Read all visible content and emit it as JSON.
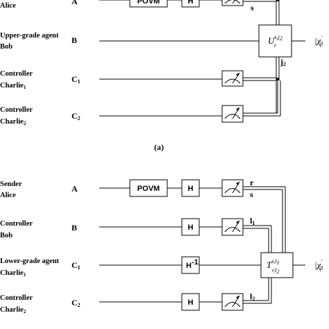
{
  "top": {
    "parties": [
      {
        "role": "Alice",
        "line2": "",
        "qubit": "A"
      },
      {
        "role": "Upper-grade agent",
        "line2": "Bob",
        "qubit": "B"
      },
      {
        "role": "Controller",
        "line2": "Charlie",
        "line2_sub": "1",
        "qubit": "C",
        "qubit_sub": "1"
      },
      {
        "role": "Controller",
        "line2": "Charlie",
        "line2_sub": "2",
        "qubit": "C",
        "qubit_sub": "2"
      }
    ],
    "boxes": {
      "povm": "POVM",
      "h": "H"
    },
    "signals": {
      "s": "s",
      "j2": "j",
      "j2_sub": "2"
    },
    "unitary": {
      "base": "U",
      "sup": "s,j",
      "sup_sub": "2",
      "sub": "r"
    },
    "output": "|χ",
    "output_sup": "′",
    "output_sub": "β"
  },
  "caption": "(a)",
  "bottom": {
    "parties": [
      {
        "role": "Sender",
        "line2": "Alice",
        "qubit": "A",
        "qubit_sub": ""
      },
      {
        "role": "Controller",
        "line2": "Bob",
        "qubit": "B",
        "qubit_sub": ""
      },
      {
        "role": "Lower-grade agent",
        "line2": "Charlie",
        "line2_sub": "1",
        "qubit": "C",
        "qubit_sub": "1"
      },
      {
        "role": "Controller",
        "line2": "Charlie",
        "line2_sub": "2",
        "qubit": "C",
        "qubit_sub": "2"
      }
    ],
    "boxes": {
      "povm": "POVM",
      "h": "H",
      "hinv": "H",
      "hinv_sup": "-1"
    },
    "signals": {
      "r": "r",
      "s": "s",
      "l1": "l",
      "l1_sub": "1",
      "l2": "l",
      "l2_sub": "2"
    },
    "unitary": {
      "base": "T",
      "sup": "s,l",
      "sup_sub": "1",
      "sub": "r,l",
      "sub_sub": "2"
    },
    "output": "|χ",
    "output_sup": "′",
    "output_sub": "β"
  }
}
